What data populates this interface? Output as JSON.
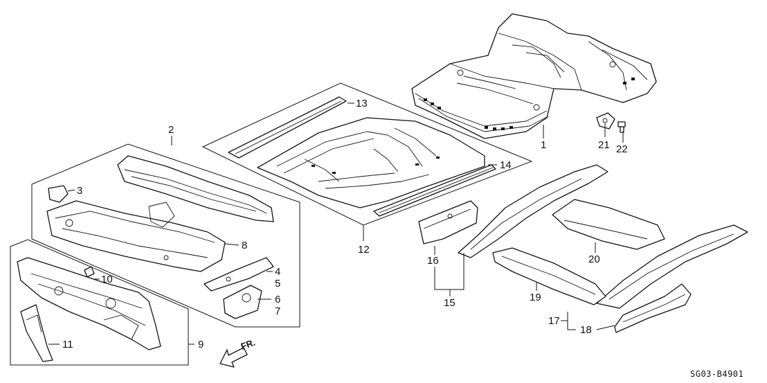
{
  "callouts": {
    "c1": "1",
    "c2": "2",
    "c3": "3",
    "c4": "4",
    "c5": "5",
    "c6": "6",
    "c7": "7",
    "c8": "8",
    "c9": "9",
    "c10": "10",
    "c11": "11",
    "c12": "12",
    "c13": "13",
    "c14": "14",
    "c15": "15",
    "c16": "16",
    "c17": "17",
    "c18": "18",
    "c19": "19",
    "c20": "20",
    "c21": "21",
    "c22": "22"
  },
  "direction_label": "FR.",
  "diagram_code": "SG03-B4901"
}
